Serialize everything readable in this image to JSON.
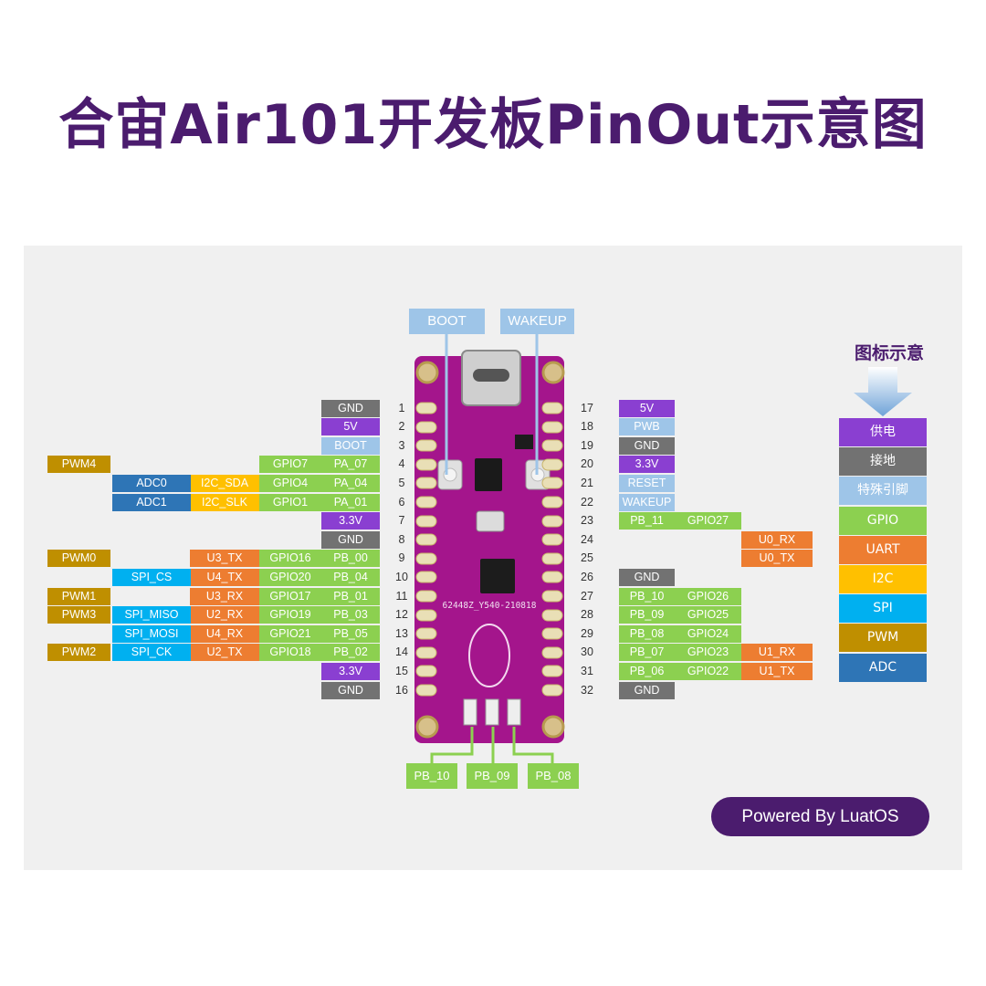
{
  "title": "合宙Air101开发板PinOut示意图",
  "colors": {
    "power": "#8a3fd1",
    "ground": "#727272",
    "special": "#9ec5e8",
    "gpio": "#8cd050",
    "uart": "#ed7d31",
    "i2c": "#ffc000",
    "spi": "#00b0f0",
    "pwm": "#bf8f00",
    "adc": "#2e75b6",
    "title": "#4b1c6e",
    "board": "#a4158c"
  },
  "left_pins": [
    {
      "num": "1",
      "funcs": {
        "pin": "GND"
      }
    },
    {
      "num": "2",
      "funcs": {
        "pin": "5V"
      }
    },
    {
      "num": "3",
      "funcs": {
        "pin": "BOOT"
      }
    },
    {
      "num": "4",
      "funcs": {
        "pin": "PA_07",
        "gpio": "GPIO7",
        "pwm": "PWM4"
      }
    },
    {
      "num": "5",
      "funcs": {
        "pin": "PA_04",
        "gpio": "GPIO4",
        "i2c": "I2C_SDA",
        "adc": "ADC0"
      }
    },
    {
      "num": "6",
      "funcs": {
        "pin": "PA_01",
        "gpio": "GPIO1",
        "i2c": "I2C_SLK",
        "adc": "ADC1"
      }
    },
    {
      "num": "7",
      "funcs": {
        "pin": "3.3V"
      }
    },
    {
      "num": "8",
      "funcs": {
        "pin": "GND"
      }
    },
    {
      "num": "9",
      "funcs": {
        "pin": "PB_00",
        "gpio": "GPIO16",
        "uart": "U3_TX",
        "pwm": "PWM0"
      }
    },
    {
      "num": "10",
      "funcs": {
        "pin": "PB_04",
        "gpio": "GPIO20",
        "uart": "U4_TX",
        "spi": "SPI_CS"
      }
    },
    {
      "num": "11",
      "funcs": {
        "pin": "PB_01",
        "gpio": "GPIO17",
        "uart": "U3_RX",
        "pwm": "PWM1"
      }
    },
    {
      "num": "12",
      "funcs": {
        "pin": "PB_03",
        "gpio": "GPIO19",
        "uart": "U2_RX",
        "spi": "SPI_MISO",
        "pwm": "PWM3"
      }
    },
    {
      "num": "13",
      "funcs": {
        "pin": "PB_05",
        "gpio": "GPIO21",
        "uart": "U4_RX",
        "spi": "SPI_MOSI"
      }
    },
    {
      "num": "14",
      "funcs": {
        "pin": "PB_02",
        "gpio": "GPIO18",
        "uart": "U2_TX",
        "spi": "SPI_CK",
        "pwm": "PWM2"
      }
    },
    {
      "num": "15",
      "funcs": {
        "pin": "3.3V"
      }
    },
    {
      "num": "16",
      "funcs": {
        "pin": "GND"
      }
    }
  ],
  "right_pins": [
    {
      "num": "17",
      "funcs": {
        "pin": "5V"
      }
    },
    {
      "num": "18",
      "funcs": {
        "pin": "PWB"
      }
    },
    {
      "num": "19",
      "funcs": {
        "pin": "GND"
      }
    },
    {
      "num": "20",
      "funcs": {
        "pin": "3.3V"
      }
    },
    {
      "num": "21",
      "funcs": {
        "pin": "RESET"
      }
    },
    {
      "num": "22",
      "funcs": {
        "pin": "WAKEUP"
      }
    },
    {
      "num": "23",
      "funcs": {
        "pin": "PB_11",
        "gpio": "GPIO27"
      }
    },
    {
      "num": "24",
      "funcs": {
        "uart": "U0_RX"
      }
    },
    {
      "num": "25",
      "funcs": {
        "uart": "U0_TX"
      }
    },
    {
      "num": "26",
      "funcs": {
        "pin": "GND"
      }
    },
    {
      "num": "27",
      "funcs": {
        "pin": "PB_10",
        "gpio": "GPIO26"
      }
    },
    {
      "num": "28",
      "funcs": {
        "pin": "PB_09",
        "gpio": "GPIO25"
      }
    },
    {
      "num": "29",
      "funcs": {
        "pin": "PB_08",
        "gpio": "GPIO24"
      }
    },
    {
      "num": "30",
      "funcs": {
        "pin": "PB_07",
        "gpio": "GPIO23",
        "uart": "U1_RX"
      }
    },
    {
      "num": "31",
      "funcs": {
        "pin": "PB_06",
        "gpio": "GPIO22",
        "uart": "U1_TX"
      }
    },
    {
      "num": "32",
      "funcs": {
        "pin": "GND"
      }
    }
  ],
  "top_labels": {
    "boot": "BOOT",
    "wakeup": "WAKEUP"
  },
  "bottom_labels": [
    "PB_10",
    "PB_09",
    "PB_08"
  ],
  "board_text": {
    "chip_marking": "62448Z_Y540-210818"
  },
  "legend": {
    "title": "图标示意",
    "items": [
      {
        "label": "供电",
        "color": "#8a3fd1"
      },
      {
        "label": "接地",
        "color": "#727272"
      },
      {
        "label": "特殊引脚",
        "color": "#9ec5e8"
      },
      {
        "label": "GPIO",
        "color": "#8cd050"
      },
      {
        "label": "UART",
        "color": "#ed7d31"
      },
      {
        "label": "I2C",
        "color": "#ffc000"
      },
      {
        "label": "SPI",
        "color": "#00b0f0"
      },
      {
        "label": "PWM",
        "color": "#bf8f00"
      },
      {
        "label": "ADC",
        "color": "#2e75b6"
      }
    ]
  },
  "footer": {
    "powered": "Powered By LuatOS"
  }
}
